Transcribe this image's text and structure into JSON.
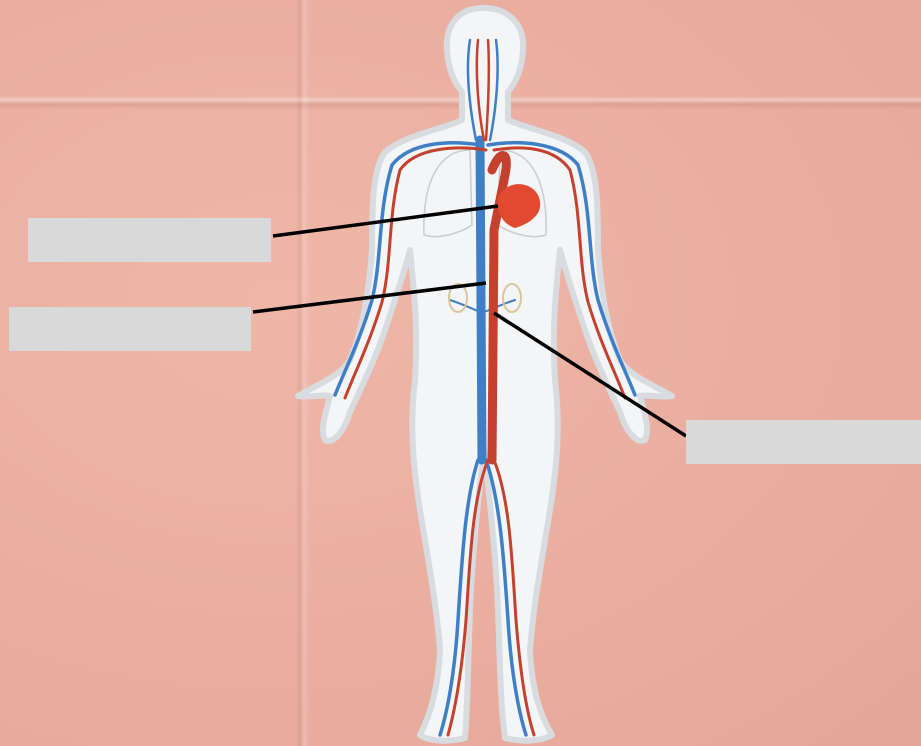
{
  "diagram": {
    "subject": "",
    "labels": [
      {
        "id": "label-1",
        "text": ""
      },
      {
        "id": "label-2",
        "text": ""
      },
      {
        "id": "label-3",
        "text": ""
      }
    ],
    "colors": {
      "background_paper": "#ebb1a2",
      "body_fill": "#f3f5f7",
      "body_outline": "#c9ccd1",
      "artery": "#c6402e",
      "vein": "#3f7fc8",
      "heart": "#e24a2f",
      "label_box": "#d9d9d9",
      "leader_line": "#000000"
    },
    "icons": [
      "human-body-icon",
      "heart-icon",
      "lungs-icon",
      "kidney-icon"
    ]
  }
}
